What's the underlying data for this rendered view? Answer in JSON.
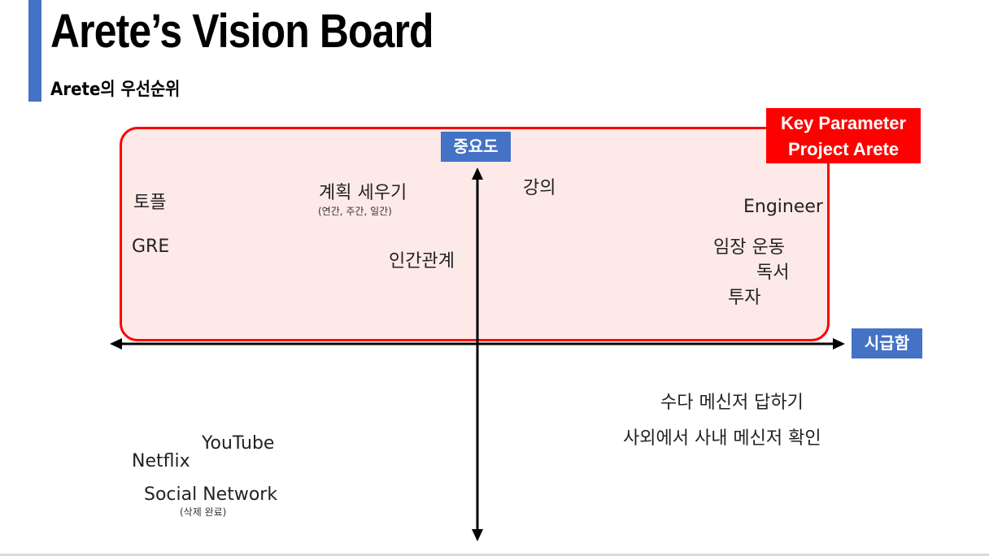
{
  "header": {
    "title": "Arete’s Vision Board",
    "subtitle": "Arete의 우선순위"
  },
  "key_box": {
    "line1": "Key Parameter",
    "line2": "Project Arete"
  },
  "axes": {
    "y_label": "중요도",
    "x_label": "시급함"
  },
  "items": {
    "toeic": "토플",
    "gre": "GRE",
    "planning": "계획 세우기",
    "planning_note": "(연간, 주간, 일간)",
    "relationships": "인간관계",
    "lecture": "강의",
    "engineer": "Engineer",
    "exercise": "임장 운동",
    "reading": "독서",
    "investing": "투자",
    "chatting": "수다 메신저 답하기",
    "work_messenger": "사외에서 사내 메신저 확인",
    "youtube": "YouTube",
    "netflix": "Netflix",
    "social_network": "Social Network",
    "social_note": "(삭제 완료)"
  },
  "colors": {
    "accent_blue": "#4472c4",
    "key_red": "#ff0000",
    "region_fill": "#fde9e8"
  }
}
